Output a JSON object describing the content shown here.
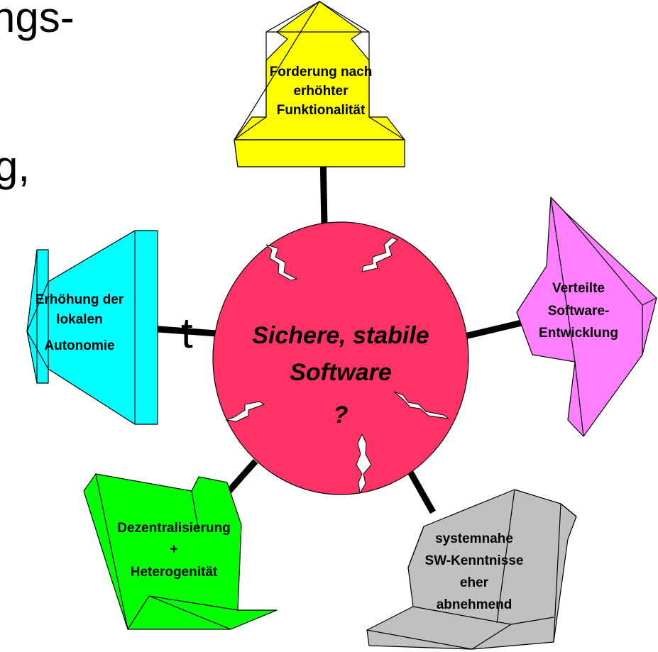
{
  "background_fragments": [
    "ngs-",
    "g,",
    "t"
  ],
  "center": {
    "lines": [
      "Sichere, stabile",
      "Software",
      "?"
    ],
    "color": "#ff3366"
  },
  "factors": [
    {
      "id": "top",
      "lines": [
        "Forderung nach",
        "erhöhter",
        "Funktionalität"
      ],
      "color": "#ffff00"
    },
    {
      "id": "left",
      "lines": [
        "Erhöhung der",
        "lokalen",
        "Autonomie"
      ],
      "color": "#00ffff"
    },
    {
      "id": "right",
      "lines": [
        "Verteilte",
        "Software-",
        "Entwicklung"
      ],
      "color": "#ff80ff"
    },
    {
      "id": "bottom-left",
      "lines": [
        "Dezentralisierung",
        "+",
        "Heterogenität"
      ],
      "color": "#00ff00"
    },
    {
      "id": "bottom-right",
      "lines": [
        "systemnahe",
        "SW-Kenntnisse",
        "eher",
        "abnehmend"
      ],
      "color": "#c0c0c0"
    }
  ]
}
